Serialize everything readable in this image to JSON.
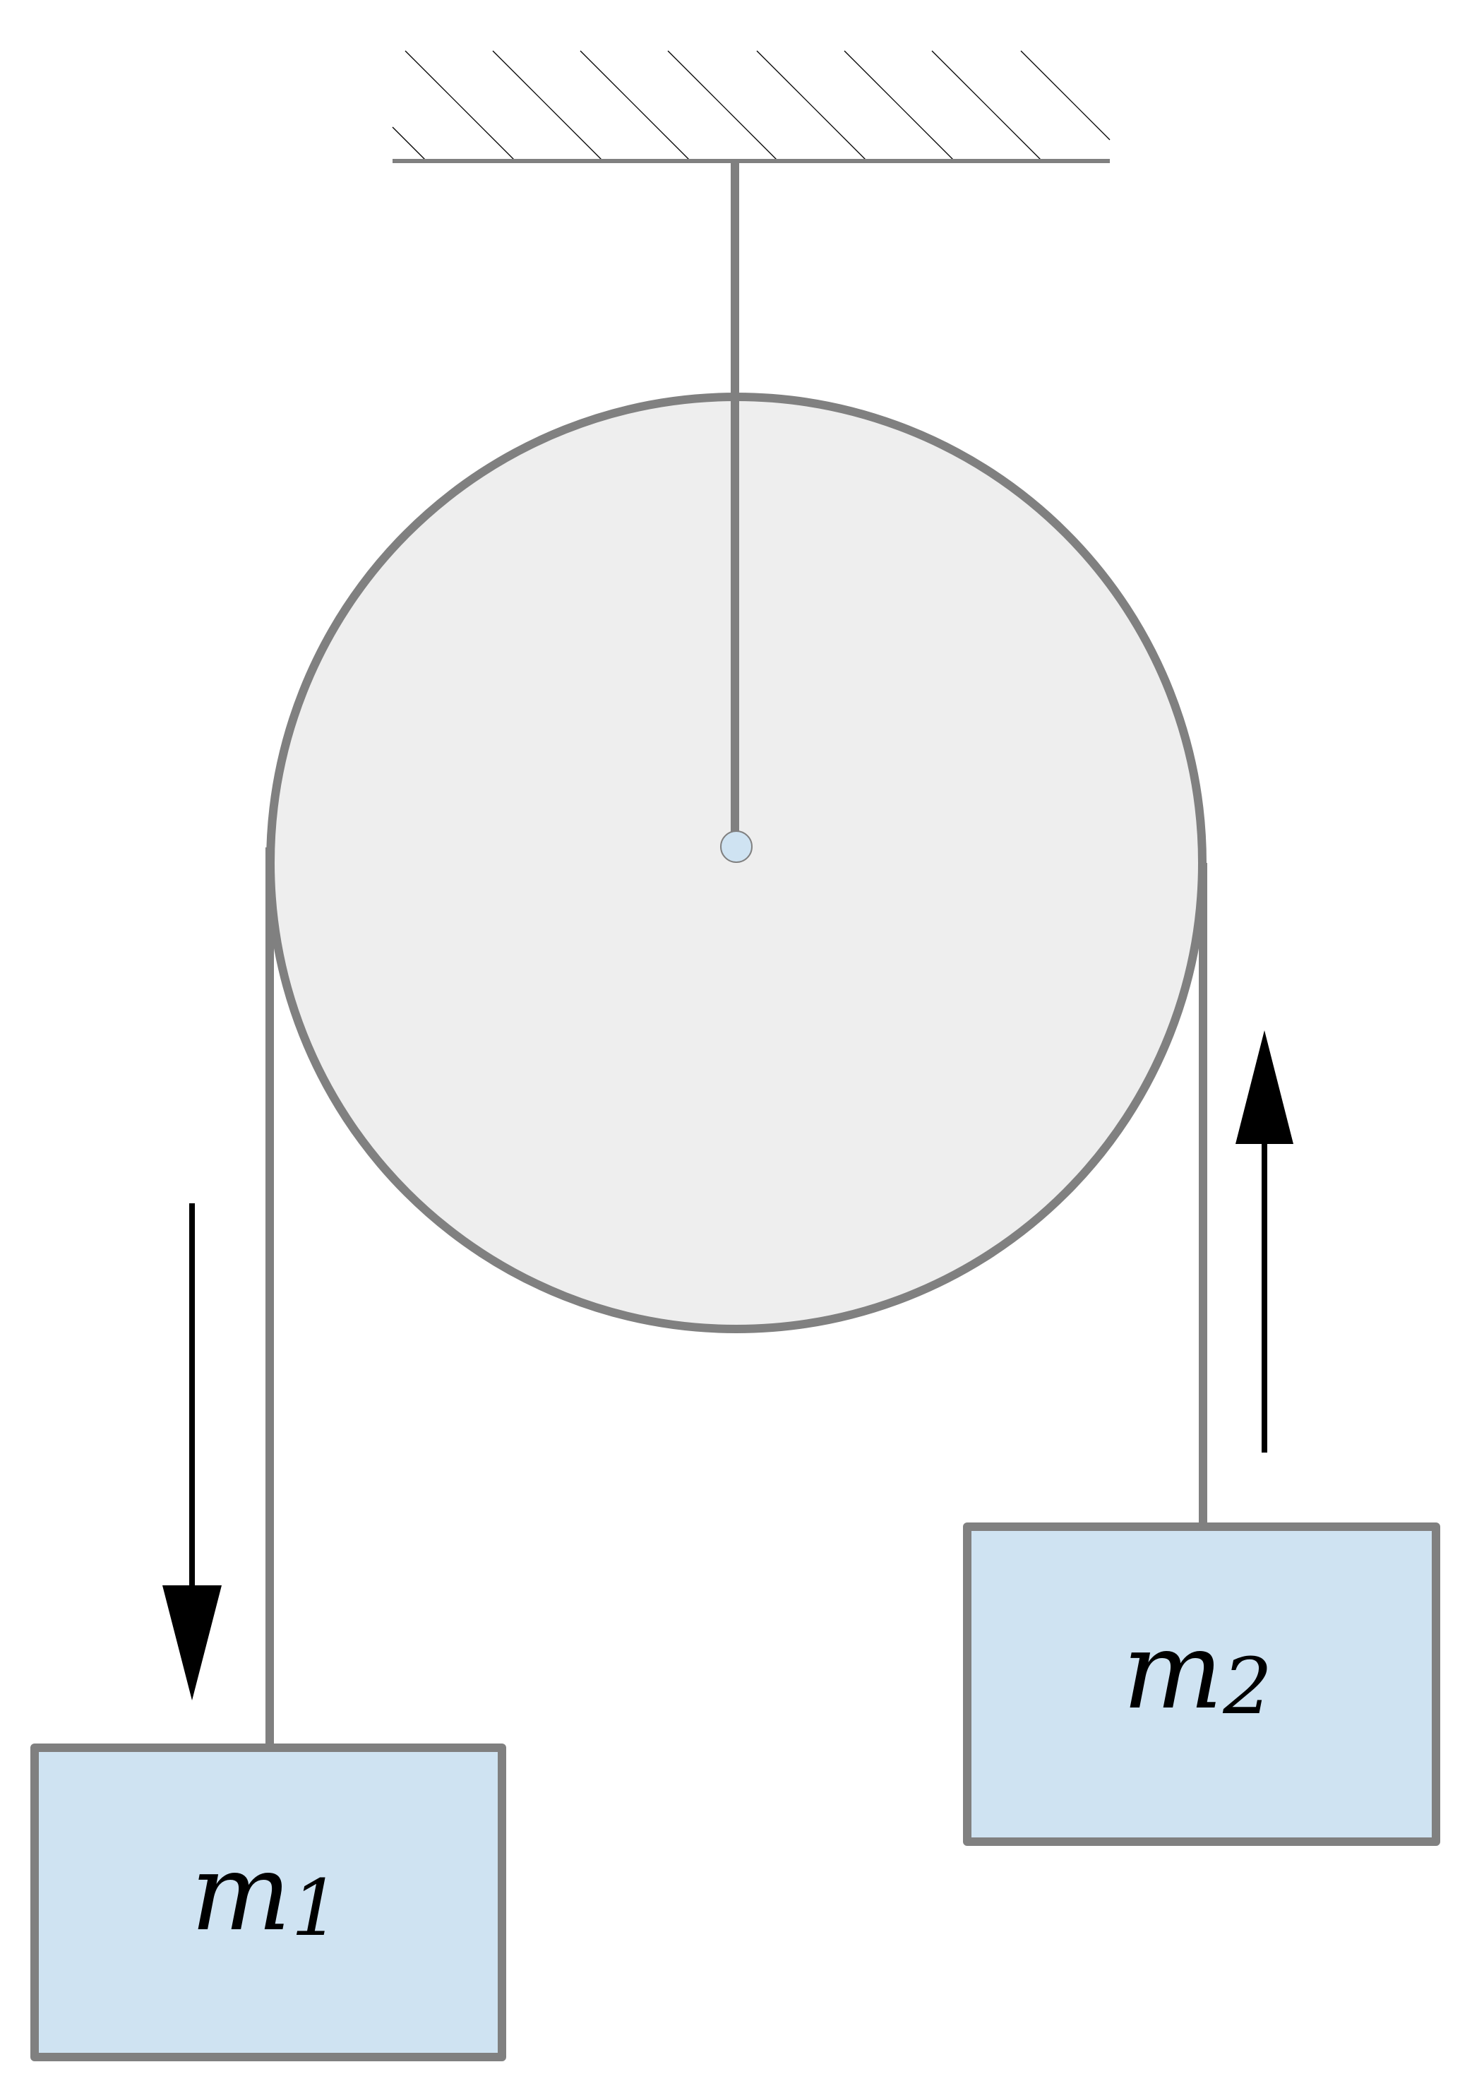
{
  "colors": {
    "line": "#808080",
    "pulley_fill": "#eeeeee",
    "mass_fill": "#cfe3f2",
    "axle_fill": "#cfe3f2",
    "arrow": "#000000",
    "hatch": "#000000",
    "background": "#ffffff"
  },
  "masses": [
    {
      "id": "m1",
      "symbol": "m",
      "subscript": "1",
      "motion": "down"
    },
    {
      "id": "m2",
      "symbol": "m",
      "subscript": "2",
      "motion": "up"
    }
  ]
}
